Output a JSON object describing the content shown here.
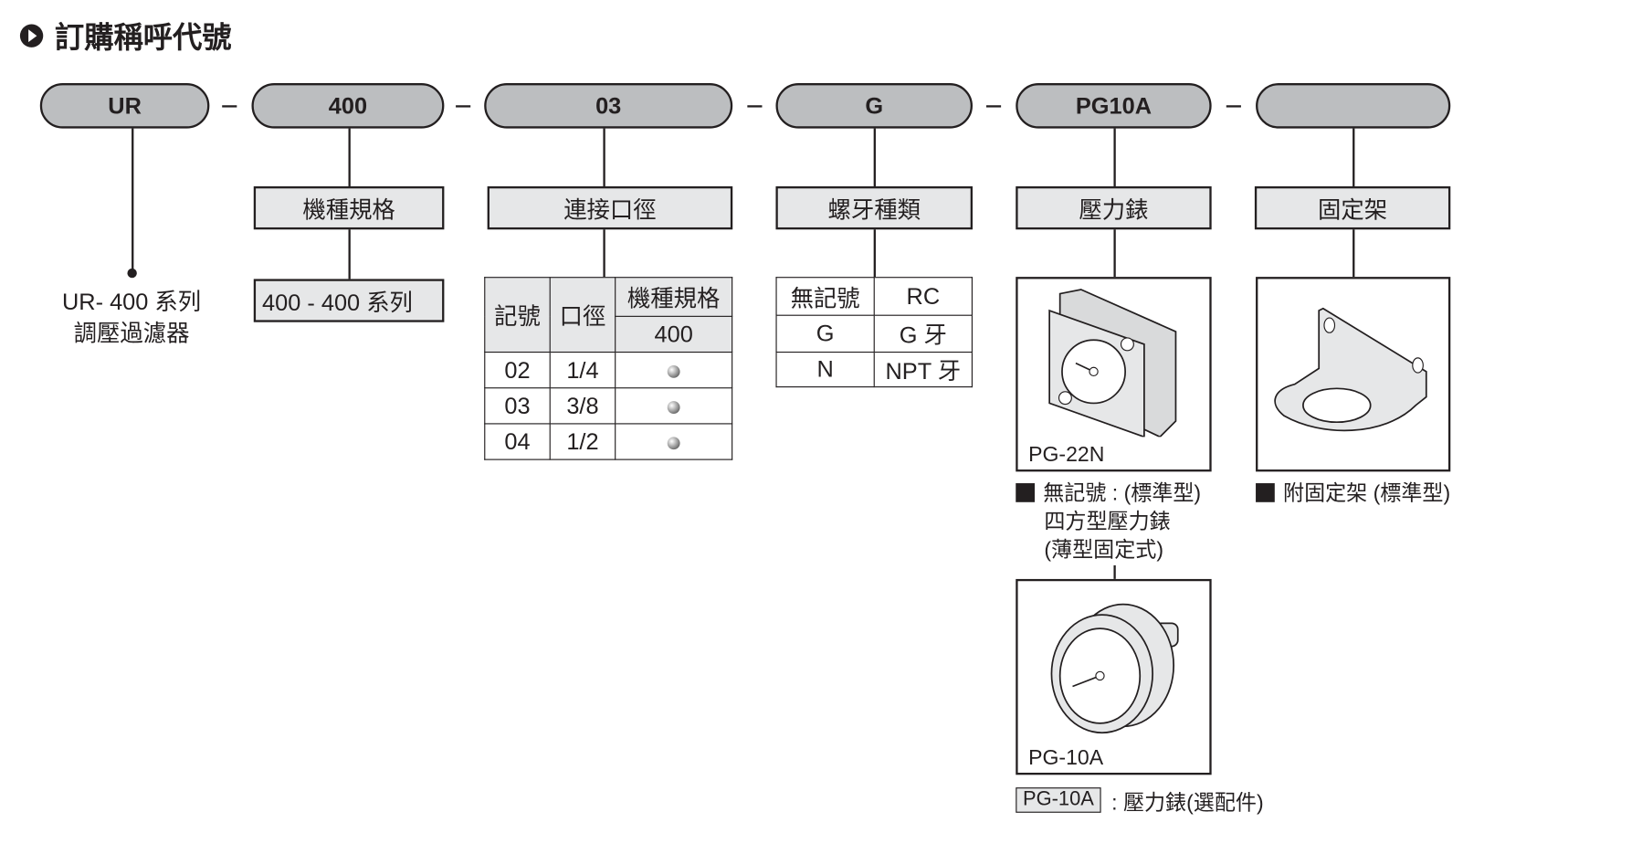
{
  "title": "訂購稱呼代號",
  "codes": [
    "UR",
    "400",
    "03",
    "G",
    "PG10A",
    ""
  ],
  "headers": [
    "機種規格",
    "連接口徑",
    "螺牙種類",
    "壓力錶",
    "固定架"
  ],
  "series": {
    "line1": "UR- 400 系列",
    "line2": "調壓過濾器"
  },
  "model_value": "400 - 400 系列",
  "port_table": {
    "col_code": "記號",
    "col_size": "口徑",
    "col_model": "機種規格",
    "model": "400",
    "rows": [
      {
        "code": "02",
        "size": "1/4"
      },
      {
        "code": "03",
        "size": "3/8"
      },
      {
        "code": "04",
        "size": "1/2"
      }
    ]
  },
  "thread_table": {
    "rows": [
      {
        "code": "無記號",
        "type": "RC"
      },
      {
        "code": "G",
        "type": "G 牙"
      },
      {
        "code": "N",
        "type": "NPT 牙"
      }
    ]
  },
  "gauge": {
    "img1_label": "PG-22N",
    "caption1": "無記號 : (標準型)",
    "caption2": "四方型壓力錶",
    "caption3": "(薄型固定式)",
    "img2_label": "PG-10A",
    "option_code": "PG-10A",
    "option_text": ": 壓力錶(選配件)"
  },
  "bracket": {
    "caption": "附固定架 (標準型)"
  }
}
